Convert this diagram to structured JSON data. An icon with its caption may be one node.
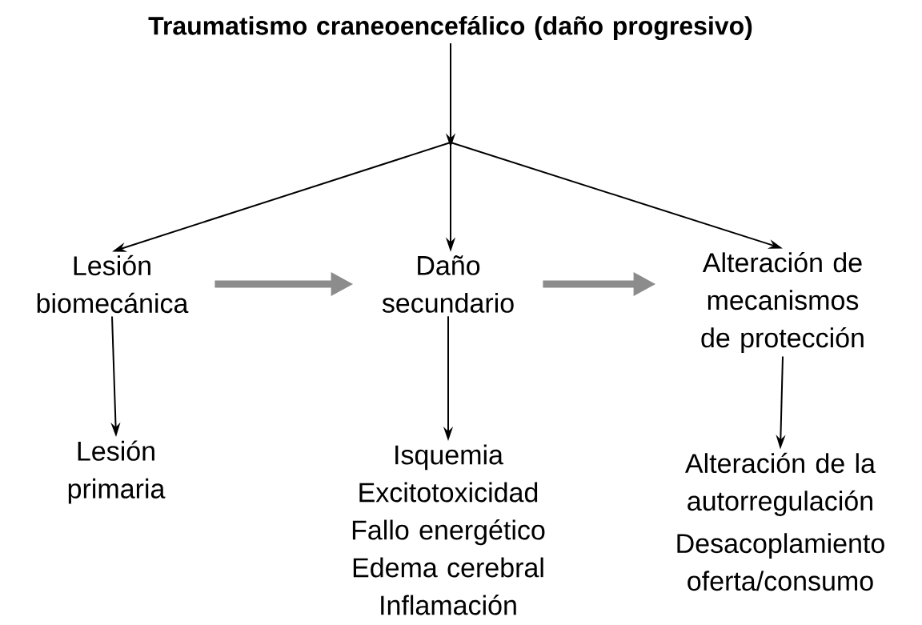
{
  "diagram": {
    "nodes": [
      {
        "text": [
          "Traumatismo craneoencefálico (daño progresivo)"
        ]
      },
      {
        "text": [
          "Lesión biomecánica"
        ]
      },
      {
        "text": [
          "Daño secundario"
        ]
      },
      {
        "text": [
          "Alteración de mecanismos de protección"
        ]
      },
      {
        "text": [
          "Lesión primaria"
        ]
      },
      {
        "text": [
          "Isquemia",
          "Excitotoxicidad",
          "Fallo energético",
          "Edema cerebral",
          "Inflamación"
        ]
      },
      {
        "text": [
          "Alteración de la autorregulación",
          "Desacoplamiento oferta/consumo"
        ]
      }
    ],
    "edges": [
      {
        "from": 0,
        "to": 1,
        "arrow": "to"
      },
      {
        "from": 0,
        "to": 2,
        "arrow": "to"
      },
      {
        "from": 0,
        "to": 3,
        "arrow": "to"
      },
      {
        "from": 1,
        "to": 2,
        "arrow": "to",
        "style": "thick",
        "color": "#8c8c8c"
      },
      {
        "from": 2,
        "to": 3,
        "arrow": "to",
        "style": "thick",
        "color": "#8c8c8c"
      },
      {
        "from": 1,
        "to": 4,
        "arrow": "to"
      },
      {
        "from": 2,
        "to": 5,
        "arrow": "to"
      },
      {
        "from": 3,
        "to": 6,
        "arrow": "to"
      }
    ]
  }
}
